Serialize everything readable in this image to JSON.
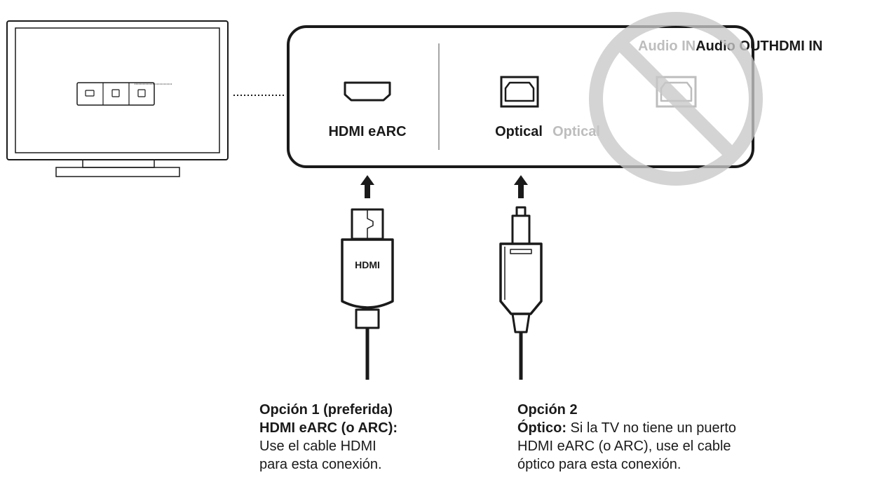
{
  "panel": {
    "top_labels": {
      "audio_in": "Audio IN",
      "audio_out": "Audio OUT",
      "hdmi_in": "HDMI IN"
    },
    "hdmi_port_label": "HDMI eARC",
    "optical_port_label": "Optical",
    "optical_port_label_disabled": "Optical"
  },
  "cables": {
    "hdmi_plug_label": "HDMI"
  },
  "option1": {
    "title": "Opción 1 (preferida)",
    "subtitle": "HDMI eARC (o ARC):",
    "line1": "Use el cable HDMI",
    "line2": "para esta conexión."
  },
  "option2": {
    "title": "Opción 2",
    "lead": "Óptico:",
    "line1_rest": " Si la TV no tiene un puerto",
    "line2": "HDMI eARC (o ARC), use el cable",
    "line3": "óptico para esta conexión."
  },
  "colors": {
    "stroke": "#1a1a1a",
    "disabled": "#bdbdbd",
    "prohibit": "#c8c8c8"
  }
}
